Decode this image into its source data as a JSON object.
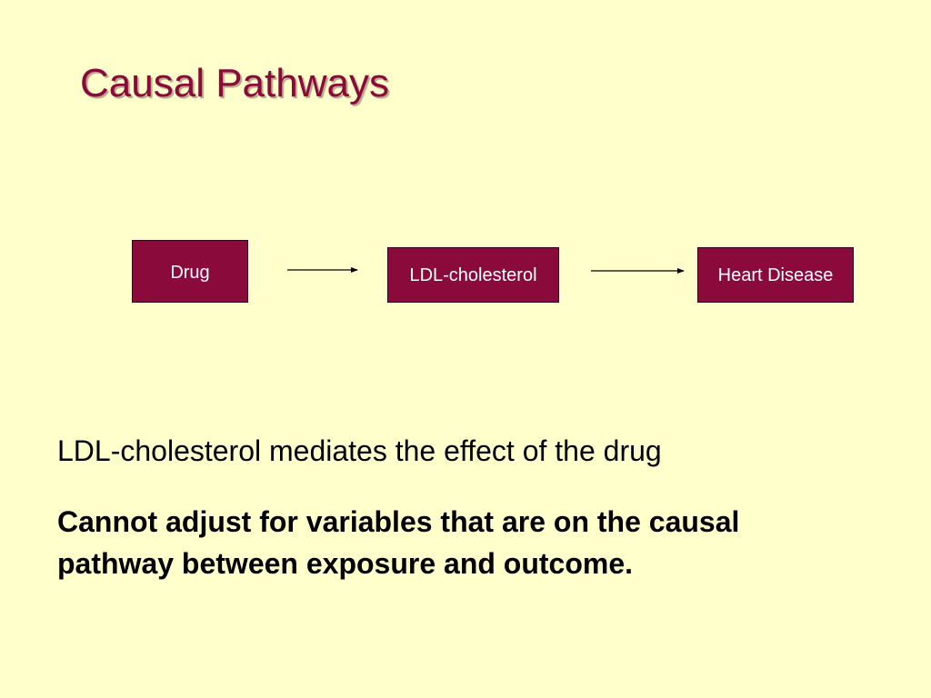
{
  "title": "Causal Pathways",
  "diagram": {
    "nodes": [
      {
        "id": "drug",
        "label": "Drug"
      },
      {
        "id": "ldl",
        "label": "LDL-cholesterol"
      },
      {
        "id": "heart",
        "label": "Heart Disease"
      }
    ],
    "edges": [
      {
        "from": "drug",
        "to": "ldl"
      },
      {
        "from": "ldl",
        "to": "heart"
      }
    ],
    "node_fill": "#8B0A3C",
    "node_text_color": "#FFFFFF"
  },
  "body": {
    "statement": "LDL-cholesterol mediates the effect of the drug",
    "emphasis": "Cannot adjust for variables that are on the causal pathway between exposure and outcome."
  },
  "colors": {
    "background": "#FFFFCC",
    "title": "#8B0A3C"
  }
}
